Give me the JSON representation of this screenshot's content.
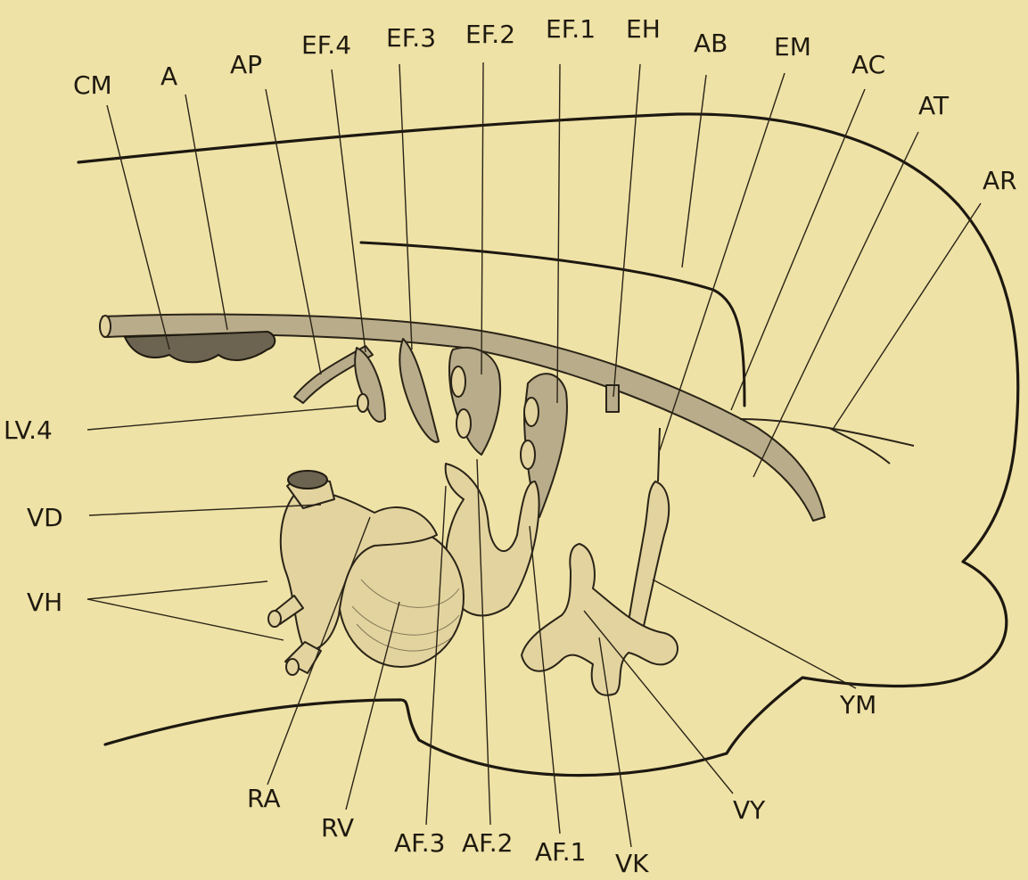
{
  "labels": {
    "cm": "CM",
    "a": "A",
    "ap": "AP",
    "ef4": "EF.4",
    "ef3": "EF.3",
    "ef2": "EF.2",
    "ef1": "EF.1",
    "eh": "EH",
    "ab": "AB",
    "em": "EM",
    "ac": "AC",
    "at": "AT",
    "ar": "AR",
    "lv4": "LV.4",
    "vd": "VD",
    "vh": "VH",
    "ra": "RA",
    "rv": "RV",
    "af3": "AF.3",
    "af2": "AF.2",
    "af1": "AF.1",
    "vk": "VK",
    "vy": "VY",
    "ym": "YM"
  },
  "colors": {
    "paper": "#efe2a6",
    "ink": "#1f1a10",
    "vessel": "#b9ac8a",
    "organ": "#e3d39e"
  }
}
